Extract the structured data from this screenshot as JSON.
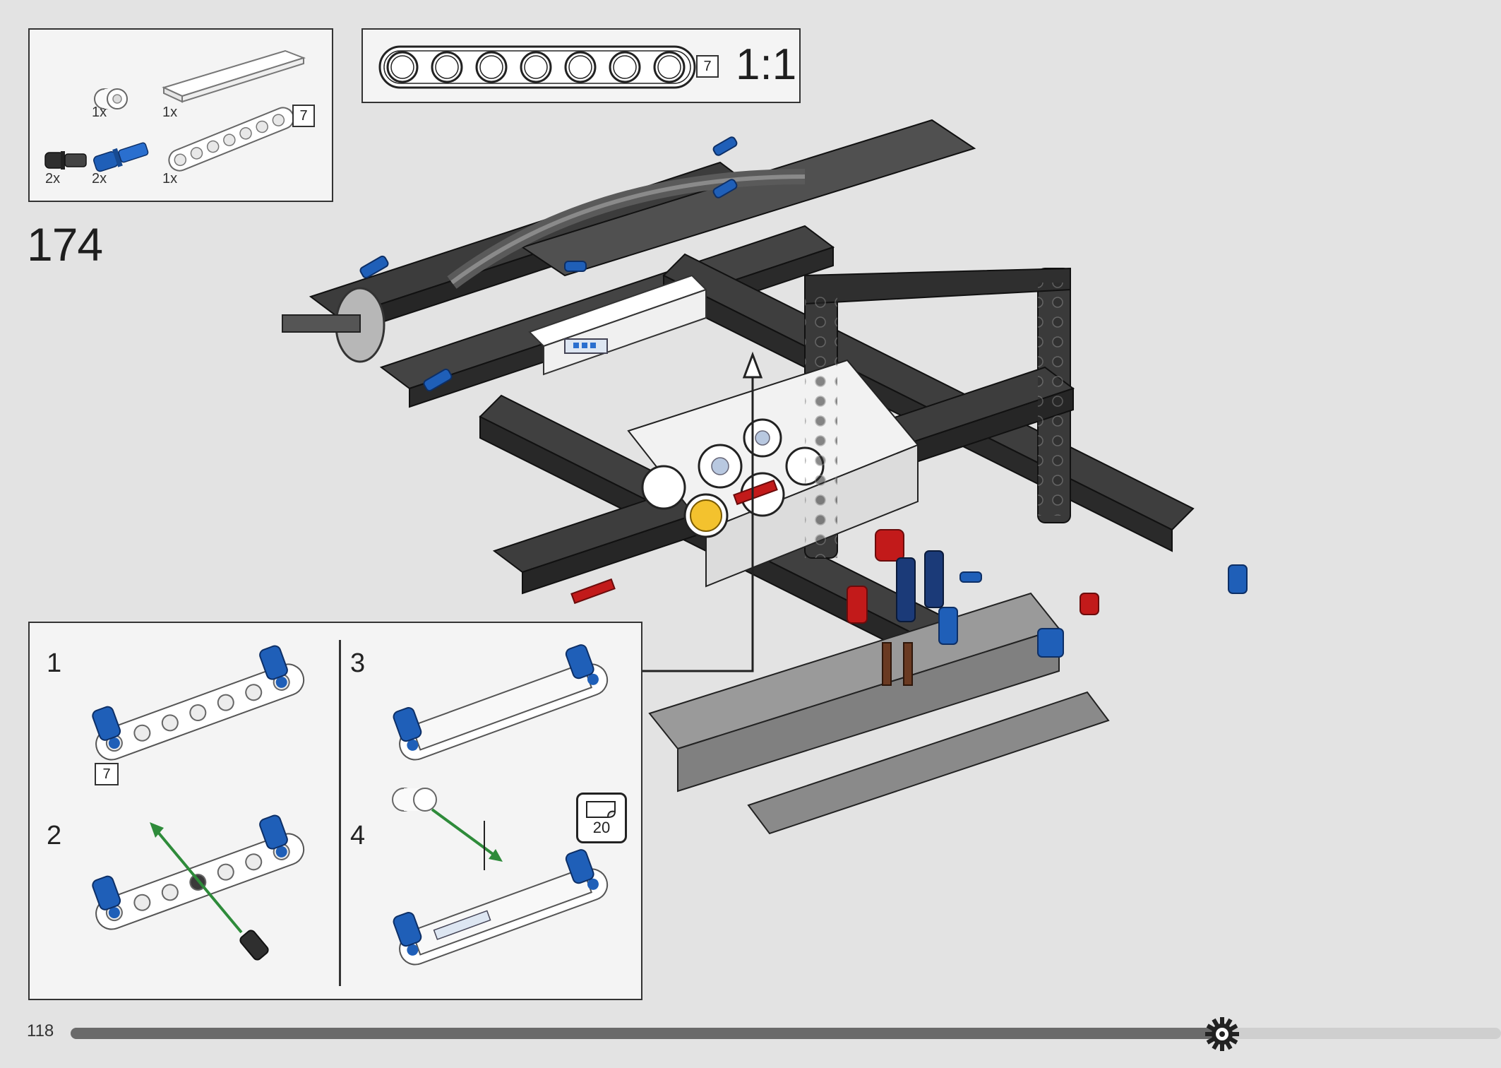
{
  "parts_list": {
    "items": [
      {
        "qty": "1x",
        "part": "white-bushing"
      },
      {
        "qty": "1x",
        "part": "white-flat-tile"
      },
      {
        "qty": "2x",
        "part": "black-axle-pin"
      },
      {
        "qty": "2x",
        "part": "blue-axle-pin"
      },
      {
        "qty": "1x",
        "part": "white-beam-7"
      }
    ],
    "beam_length_label": "7"
  },
  "scale_callout": {
    "beam_length_label": "7",
    "scale_text": "1:1"
  },
  "step": {
    "number": "174"
  },
  "substeps": {
    "items": [
      {
        "number": "1",
        "length_label": "7"
      },
      {
        "number": "2"
      },
      {
        "number": "3"
      },
      {
        "number": "4",
        "sticker_label": "20"
      }
    ]
  },
  "footer": {
    "page_number": "118",
    "progress": 0.805
  },
  "colors": {
    "background": "#e3e3e3",
    "panel": "#f4f4f4",
    "technic_blue": "#1f5fb8",
    "technic_red": "#c21a1a",
    "dark_grey": "#3a3a3a",
    "light_grey": "#9a9a9a",
    "arrow_green": "#2e8b3a"
  }
}
